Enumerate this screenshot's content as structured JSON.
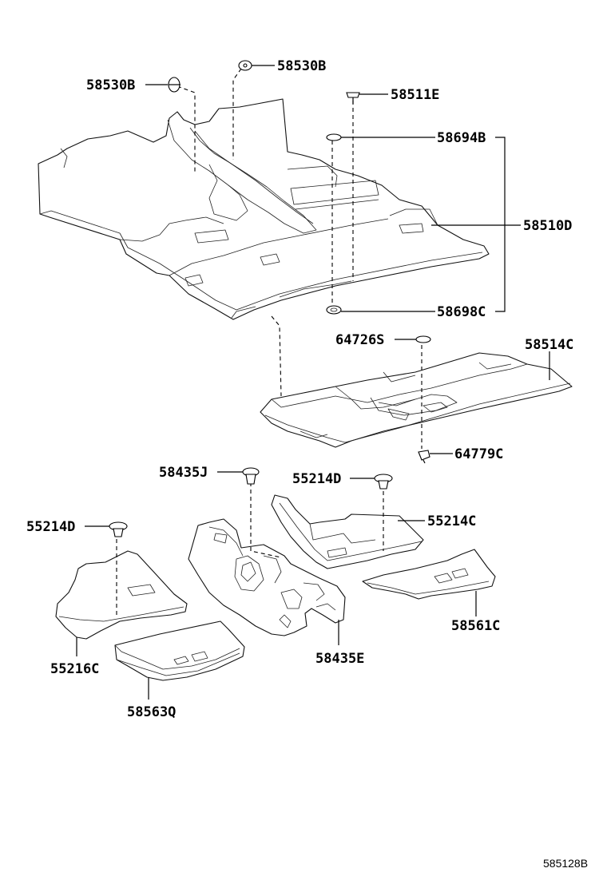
{
  "diagram_code": "585128B",
  "labels": {
    "clip_58530b_left": "58530B",
    "clip_58530b_top": "58530B",
    "clip_58511e": "58511E",
    "clip_58694b": "58694B",
    "carpet_58510d": "58510D",
    "clip_58698c": "58698C",
    "clip_64726s": "64726S",
    "carpet_58514c": "58514C",
    "clip_64779c": "64779C",
    "clip_58435j": "58435J",
    "clip_55214d_mid": "55214D",
    "clip_55214d_left": "55214D",
    "silencer_55214c": "55214C",
    "silencer_55216c": "55216C",
    "mat_58563q": "58563Q",
    "silencer_58435e": "58435E",
    "mat_58561c": "58561C"
  }
}
